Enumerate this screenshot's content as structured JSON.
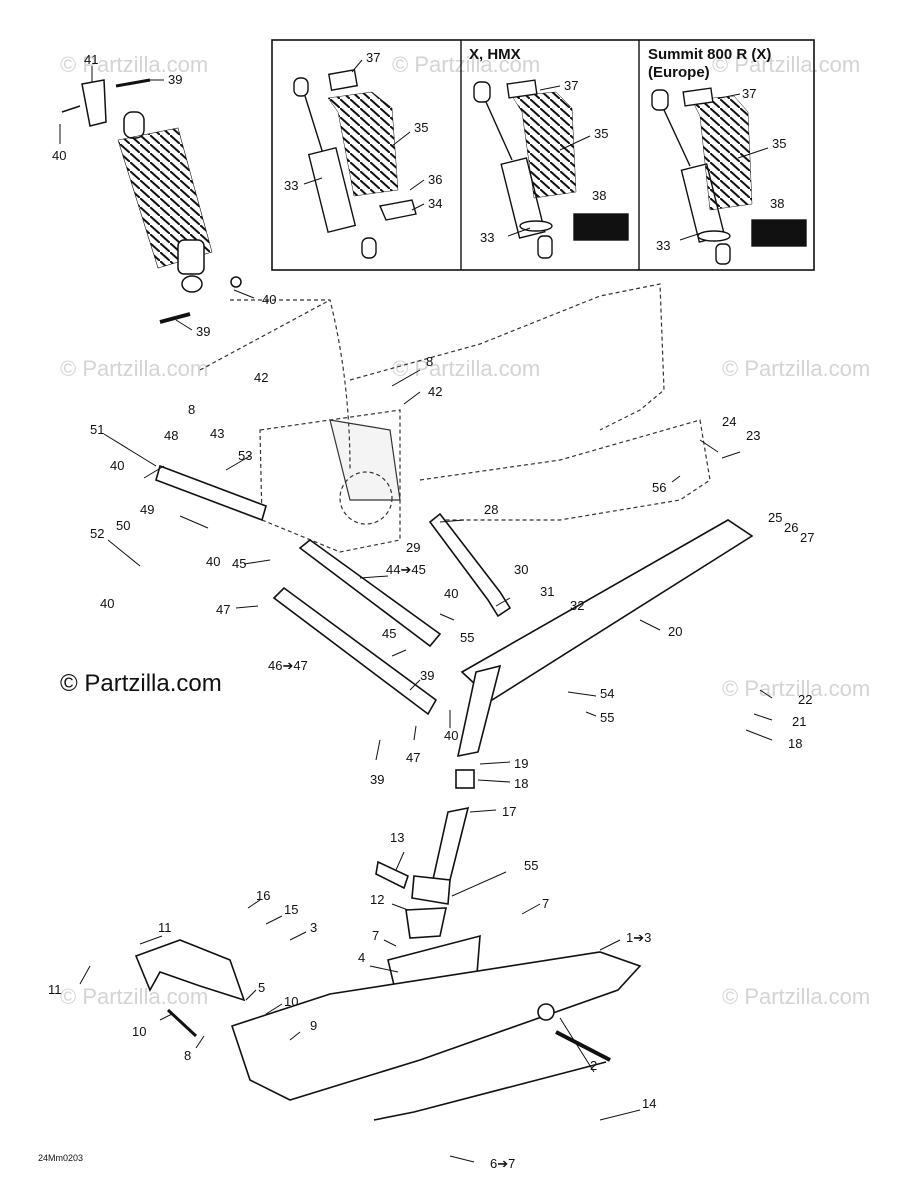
{
  "watermark": "© Partzilla.com",
  "brand_notice": "© Partzilla.com",
  "drawing_code": "24Mm0203",
  "inset_titles": {
    "middle": "X, HMX",
    "right_line1": "Summit 800 R (X)",
    "right_line2": "(Europe)"
  },
  "callouts": {
    "c1to3": "1➔3",
    "c2": "2",
    "c3": "3",
    "c4": "4",
    "c5": "5",
    "c6to7": "6➔7",
    "c7": "7",
    "c8": "8",
    "c9": "9",
    "c10": "10",
    "c11": "11",
    "c12": "12",
    "c13": "13",
    "c14": "14",
    "c15": "15",
    "c16": "16",
    "c17": "17",
    "c18": "18",
    "c19": "19",
    "c20": "20",
    "c21": "21",
    "c22": "22",
    "c23": "23",
    "c24": "24",
    "c25": "25",
    "c26": "26",
    "c27": "27",
    "c28": "28",
    "c29": "29",
    "c30": "30",
    "c31": "31",
    "c32": "32",
    "c33": "33",
    "c34": "34",
    "c35": "35",
    "c36": "36",
    "c37": "37",
    "c38": "38",
    "c39": "39",
    "c40": "40",
    "c41": "41",
    "c42": "42",
    "c43": "43",
    "c44to45": "44➔45",
    "c45": "45",
    "c46to47": "46➔47",
    "c47": "47",
    "c48": "48",
    "c49": "49",
    "c50": "50",
    "c51": "51",
    "c52": "52",
    "c53": "53",
    "c54": "54",
    "c55": "55",
    "c56": "56"
  }
}
